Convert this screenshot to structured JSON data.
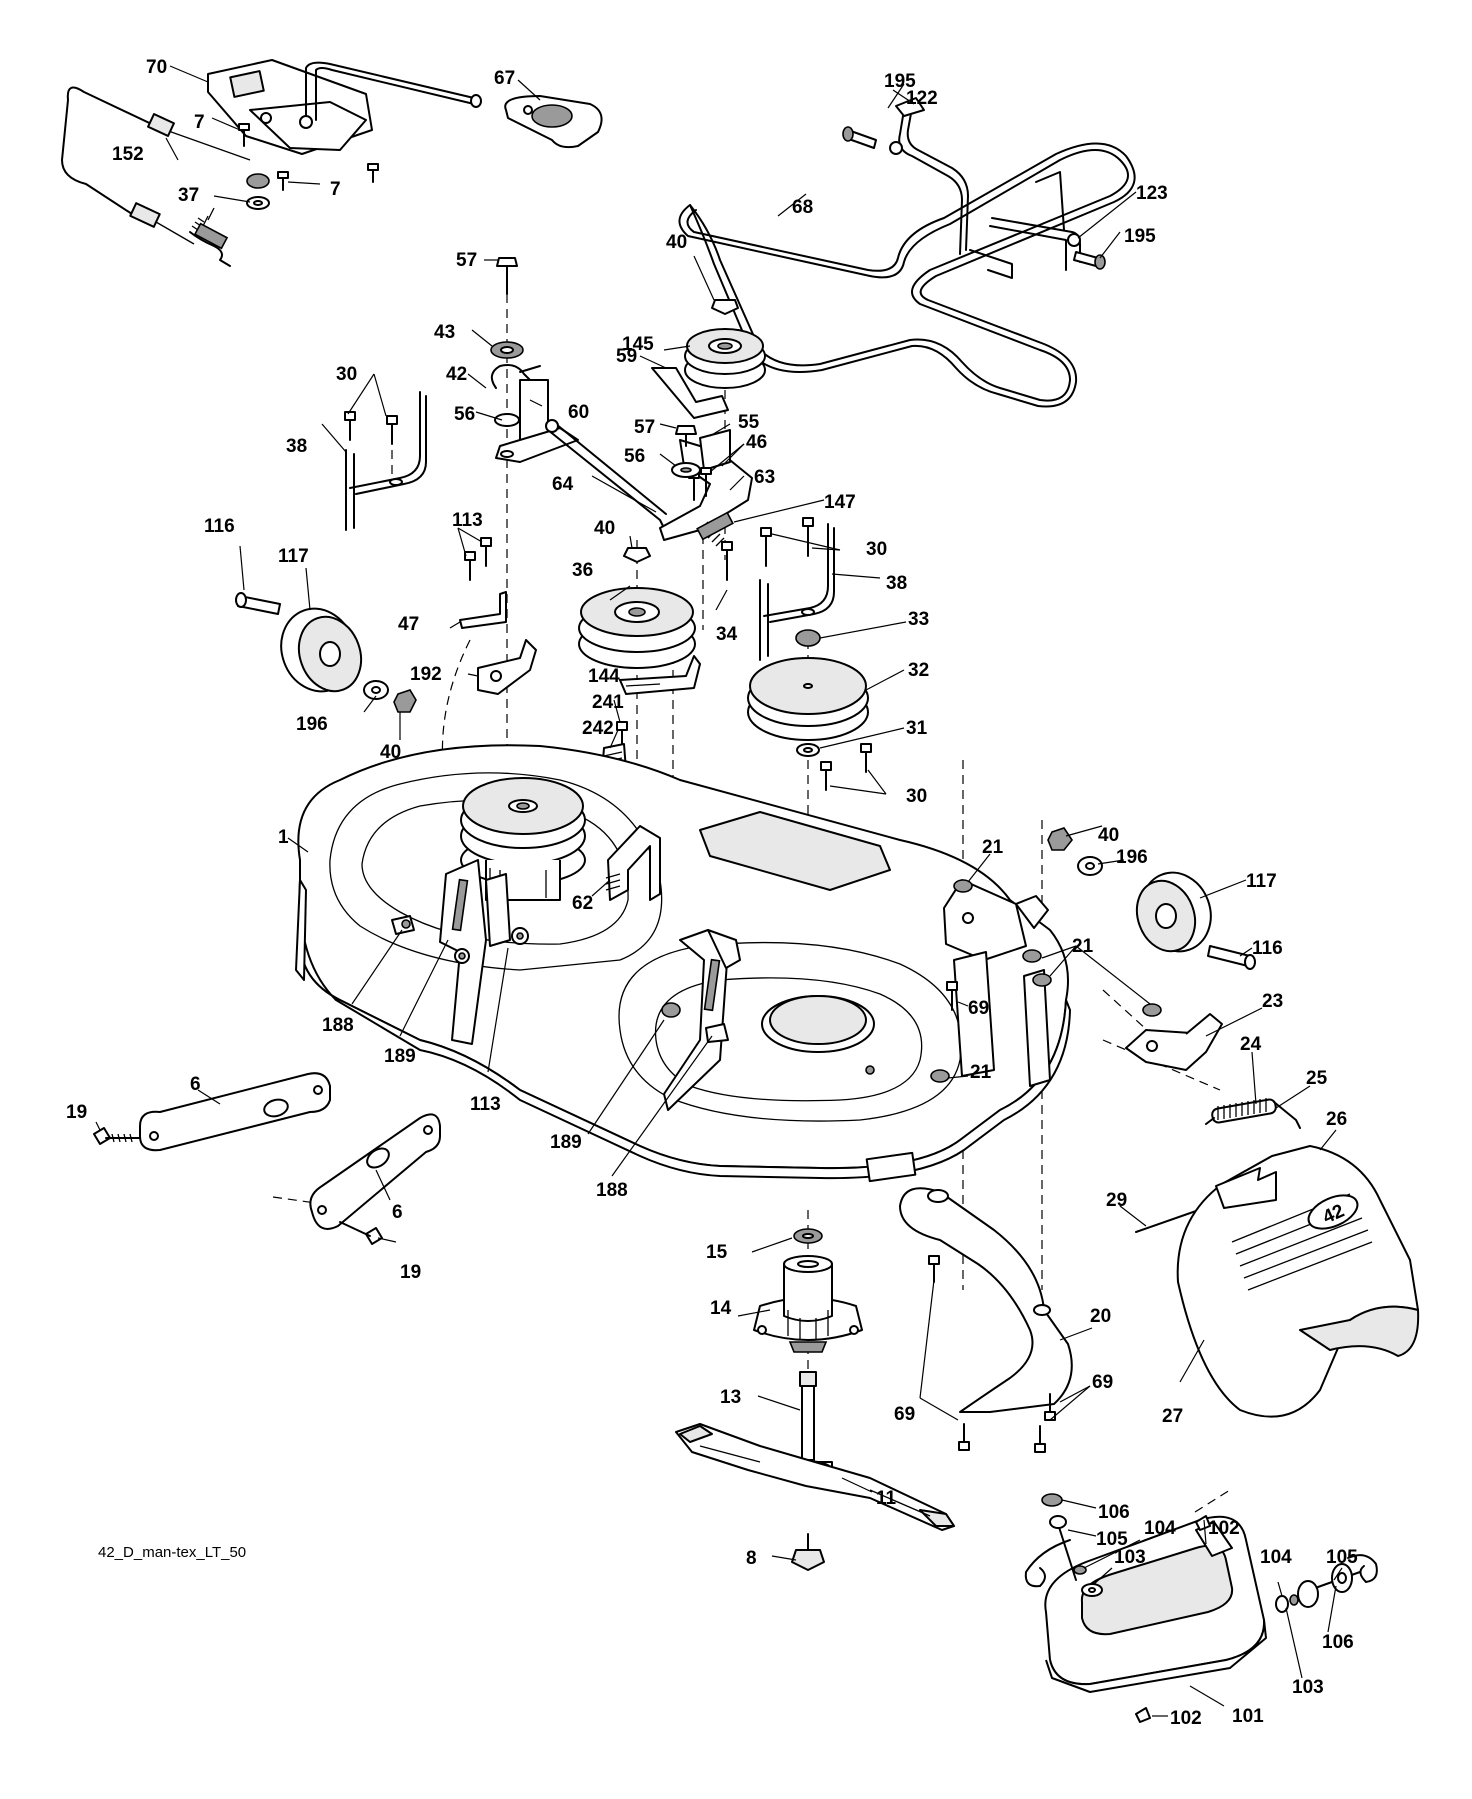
{
  "drawing_code": "42_D_man-tex_LT_50",
  "emblem_text": "42",
  "callouts": [
    {
      "id": "c70",
      "text": "70"
    },
    {
      "id": "c67",
      "text": "67"
    },
    {
      "id": "c195a",
      "text": "195"
    },
    {
      "id": "c122",
      "text": "122"
    },
    {
      "id": "c7a",
      "text": "7"
    },
    {
      "id": "c152",
      "text": "152"
    },
    {
      "id": "c7b",
      "text": "7"
    },
    {
      "id": "c37",
      "text": "37"
    },
    {
      "id": "c68",
      "text": "68"
    },
    {
      "id": "c123",
      "text": "123"
    },
    {
      "id": "c195b",
      "text": "195"
    },
    {
      "id": "c57a",
      "text": "57"
    },
    {
      "id": "c40a",
      "text": "40"
    },
    {
      "id": "c43",
      "text": "43"
    },
    {
      "id": "c145",
      "text": "145"
    },
    {
      "id": "c59",
      "text": "59"
    },
    {
      "id": "c30a",
      "text": "30"
    },
    {
      "id": "c42",
      "text": "42"
    },
    {
      "id": "c60",
      "text": "60"
    },
    {
      "id": "c56a",
      "text": "56"
    },
    {
      "id": "c57b",
      "text": "57"
    },
    {
      "id": "c55",
      "text": "55"
    },
    {
      "id": "c38a",
      "text": "38"
    },
    {
      "id": "c56b",
      "text": "56"
    },
    {
      "id": "c46",
      "text": "46"
    },
    {
      "id": "c64",
      "text": "64"
    },
    {
      "id": "c63",
      "text": "63"
    },
    {
      "id": "c147",
      "text": "147"
    },
    {
      "id": "c116a",
      "text": "116"
    },
    {
      "id": "c113a",
      "text": "113"
    },
    {
      "id": "c40b",
      "text": "40"
    },
    {
      "id": "c30b",
      "text": "30"
    },
    {
      "id": "c117a",
      "text": "117"
    },
    {
      "id": "c36",
      "text": "36"
    },
    {
      "id": "c38b",
      "text": "38"
    },
    {
      "id": "c47",
      "text": "47"
    },
    {
      "id": "c34",
      "text": "34"
    },
    {
      "id": "c33",
      "text": "33"
    },
    {
      "id": "c192",
      "text": "192"
    },
    {
      "id": "c144",
      "text": "144"
    },
    {
      "id": "c32",
      "text": "32"
    },
    {
      "id": "c241",
      "text": "241"
    },
    {
      "id": "c196a",
      "text": "196"
    },
    {
      "id": "c40c",
      "text": "40"
    },
    {
      "id": "c242",
      "text": "242"
    },
    {
      "id": "c31",
      "text": "31"
    },
    {
      "id": "c30c",
      "text": "30"
    },
    {
      "id": "c1",
      "text": "1"
    },
    {
      "id": "c21a",
      "text": "21"
    },
    {
      "id": "c40d",
      "text": "40"
    },
    {
      "id": "c196b",
      "text": "196"
    },
    {
      "id": "c117b",
      "text": "117"
    },
    {
      "id": "c62",
      "text": "62"
    },
    {
      "id": "c116b",
      "text": "116"
    },
    {
      "id": "c21b",
      "text": "21"
    },
    {
      "id": "c69a",
      "text": "69"
    },
    {
      "id": "c23",
      "text": "23"
    },
    {
      "id": "c188a",
      "text": "188"
    },
    {
      "id": "c189a",
      "text": "189"
    },
    {
      "id": "c113b",
      "text": "113"
    },
    {
      "id": "c21c",
      "text": "21"
    },
    {
      "id": "c24",
      "text": "24"
    },
    {
      "id": "c25",
      "text": "25"
    },
    {
      "id": "c19a",
      "text": "19"
    },
    {
      "id": "c6a",
      "text": "6"
    },
    {
      "id": "c189b",
      "text": "189"
    },
    {
      "id": "c26",
      "text": "26"
    },
    {
      "id": "c188b",
      "text": "188"
    },
    {
      "id": "c6b",
      "text": "6"
    },
    {
      "id": "c29",
      "text": "29"
    },
    {
      "id": "c19b",
      "text": "19"
    },
    {
      "id": "c15",
      "text": "15"
    },
    {
      "id": "c14",
      "text": "14"
    },
    {
      "id": "c20",
      "text": "20"
    },
    {
      "id": "c69b",
      "text": "69"
    },
    {
      "id": "c27",
      "text": "27"
    },
    {
      "id": "c13",
      "text": "13"
    },
    {
      "id": "c69c",
      "text": "69"
    },
    {
      "id": "c11",
      "text": "11"
    },
    {
      "id": "c106a",
      "text": "106"
    },
    {
      "id": "c105a",
      "text": "105"
    },
    {
      "id": "c104a",
      "text": "104"
    },
    {
      "id": "c102a",
      "text": "102"
    },
    {
      "id": "c103a",
      "text": "103"
    },
    {
      "id": "c104b",
      "text": "104"
    },
    {
      "id": "c105b",
      "text": "105"
    },
    {
      "id": "c8",
      "text": "8"
    },
    {
      "id": "c106b",
      "text": "106"
    },
    {
      "id": "c103b",
      "text": "103"
    },
    {
      "id": "c102b",
      "text": "102"
    },
    {
      "id": "c101",
      "text": "101"
    }
  ]
}
